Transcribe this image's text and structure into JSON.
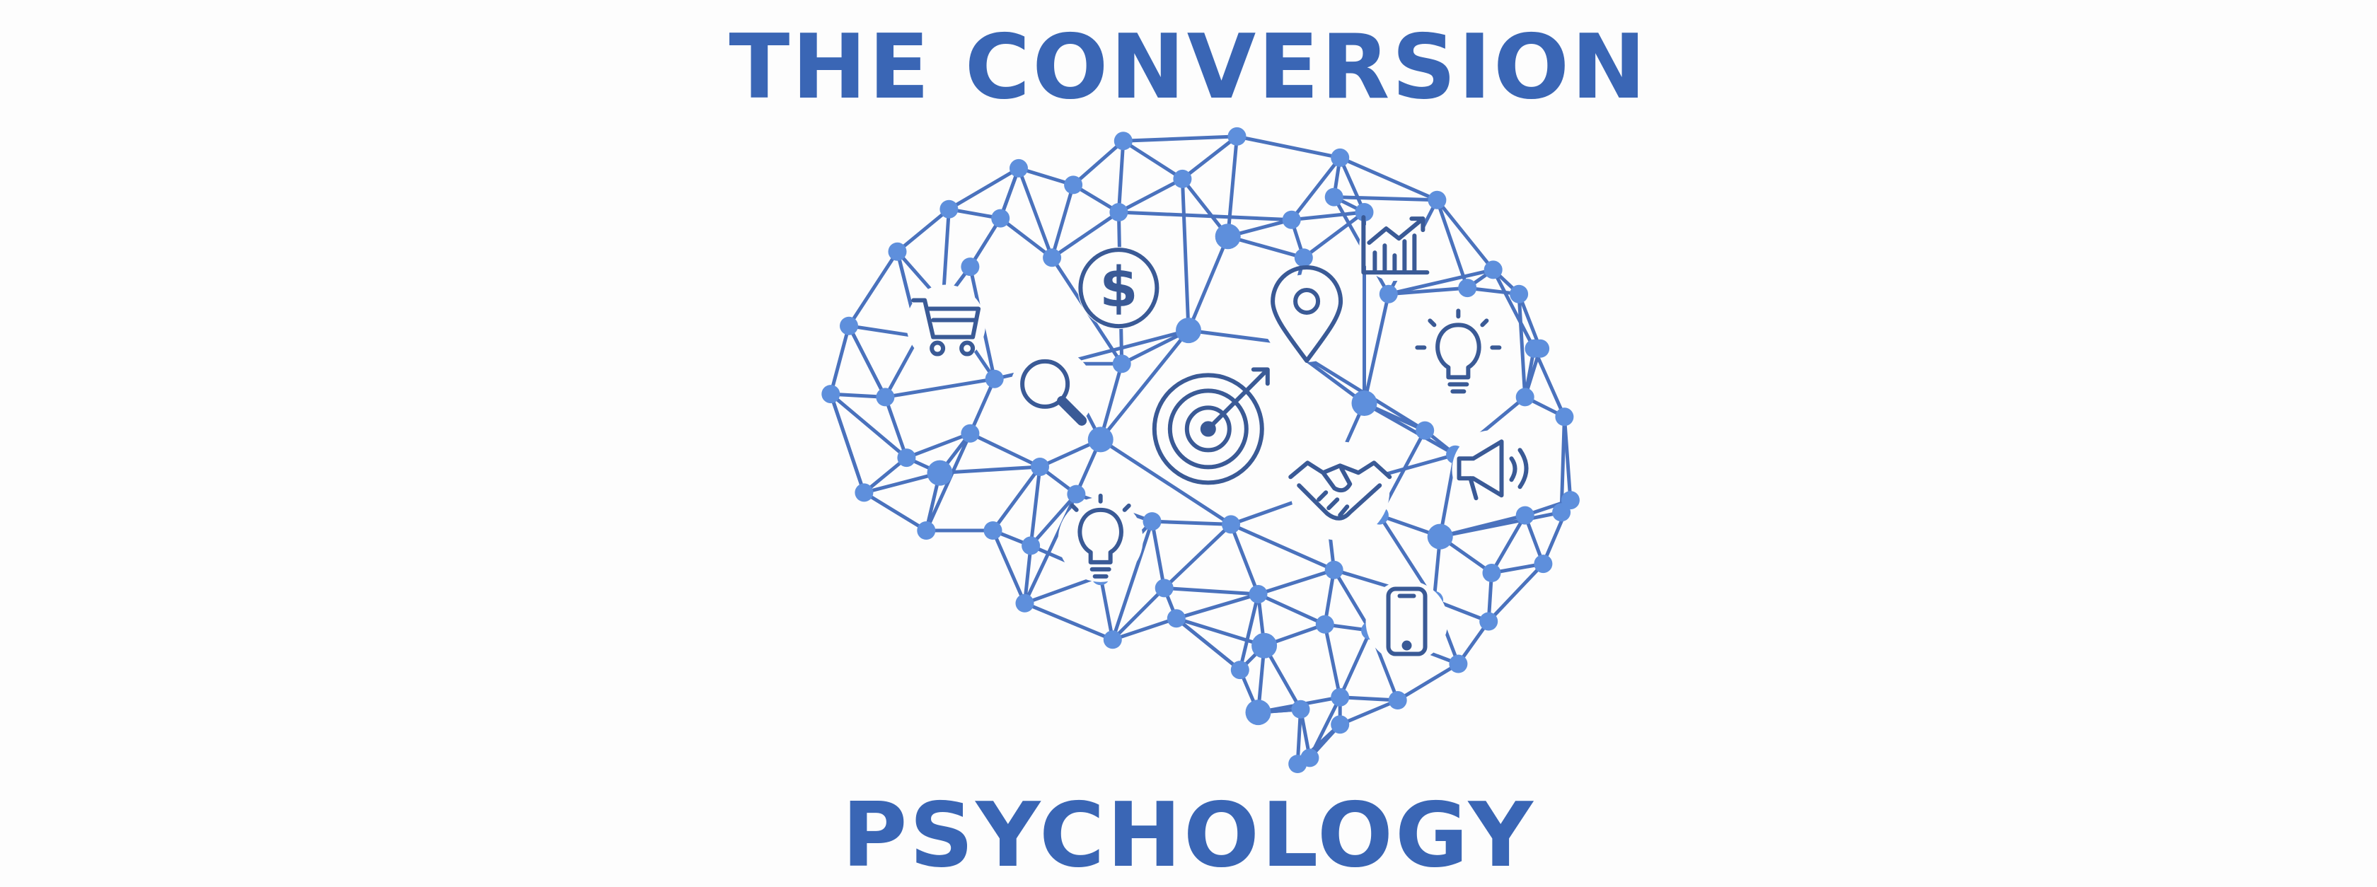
{
  "header": {
    "title_line1": "THE CONVERSION"
  },
  "footer": {
    "title_line2": "PSYCHOLOGY"
  },
  "graphic": {
    "subject": "brain-network",
    "icons": [
      "dollar-icon",
      "shopping-cart-icon",
      "magnifying-glass-icon",
      "target-icon",
      "map-pin-icon",
      "growth-chart-icon",
      "lightbulb-icon",
      "megaphone-icon",
      "handshake-icon",
      "smartphone-icon"
    ]
  },
  "colors": {
    "title": "#3a66b5",
    "network_line": "#4a72bd",
    "node_fill": "#5e8fdc",
    "icon_stroke": "#3a5a96",
    "background": "#fdfdfd"
  }
}
